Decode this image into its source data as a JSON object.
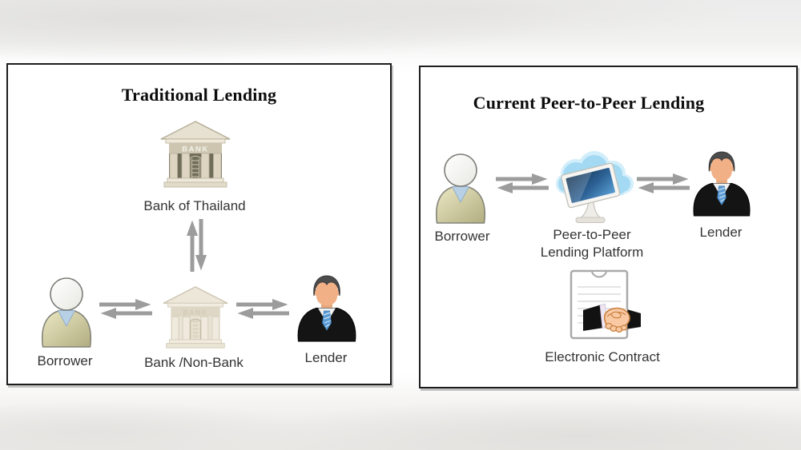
{
  "left_panel": {
    "title": "Traditional Lending",
    "bank_sign": "BANK",
    "central_bank_label": "Bank of Thailand",
    "borrower_label": "Borrower",
    "intermediary_label": "Bank /Non-Bank",
    "lender_label": "Lender"
  },
  "right_panel": {
    "title": "Current Peer-to-Peer Lending",
    "borrower_label": "Borrower",
    "platform_label_line1": "Peer-to-Peer",
    "platform_label_line2": "Lending Platform",
    "lender_label": "Lender",
    "contract_label": "Electronic Contract"
  },
  "icons": {
    "bank": "classical-bank-building",
    "bank_faded": "classical-bank-building-light",
    "borrower": "generic-person-khaki",
    "lender": "businessman-suit-tie",
    "platform": "cloud-with-kiosk-screen",
    "contract": "document-with-handshake",
    "double_arrow_horizontal": "two-way-horizontal-arrows",
    "double_arrow_vertical": "two-way-vertical-arrows"
  },
  "colors": {
    "panel_border": "#1d1d1d",
    "panel_background": "#ffffff",
    "title_text": "#0d0d0d",
    "label_text": "#333333",
    "arrow_gray": "#9c9c9c",
    "bank_beige": "#ddd5c2",
    "bank_shadow_olive": "#6f6c58",
    "body_khaki": "#c9c492",
    "collar_blue": "#b7d0e6",
    "suit_black": "#141414",
    "tie_blue": "#5b9bd5",
    "skin_tone": "#f1b086",
    "cloud_blue": "#a3d9f2",
    "screen_blue": "#1b4e7e",
    "hand_skin": "#f9c9a4",
    "hand_outline": "#c9813f"
  }
}
